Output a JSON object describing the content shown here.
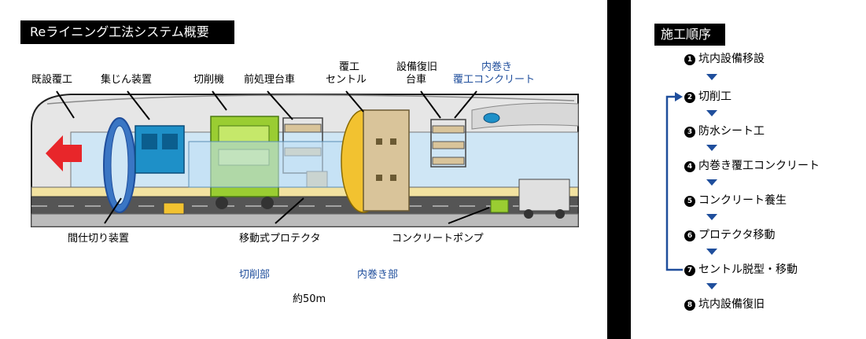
{
  "title": "Reライニング工法システム概要",
  "diagram_labels": {
    "existing_lining": "既設覆工",
    "dust_collector": "集じん装置",
    "cutter": "切削機",
    "pretreatment_cart": "前処理台車",
    "lining_centre_line1": "覆工",
    "lining_centre_line2": "セントル",
    "equipment_cart_line1": "設備復旧",
    "equipment_cart_line2": "台車",
    "inner_lining_line1": "内巻き",
    "inner_lining_line2": "覆工コンクリート",
    "partition_device": "間仕切り装置",
    "mobile_protector": "移動式プロテクタ",
    "concrete_pump": "コンクリートポンプ",
    "cutting_section": "切削部",
    "inner_lining_section": "内巻き部",
    "total_length": "約50m"
  },
  "sequence": {
    "title": "施工順序",
    "steps": [
      {
        "num": "1",
        "label": "坑内設備移設"
      },
      {
        "num": "2",
        "label": "切削工"
      },
      {
        "num": "3",
        "label": "防水シート工"
      },
      {
        "num": "4",
        "label": "内巻き覆工コンクリート"
      },
      {
        "num": "5",
        "label": "コンクリート養生"
      },
      {
        "num": "6",
        "label": "プロテクタ移動"
      },
      {
        "num": "7",
        "label": "セントル脱型・移動"
      },
      {
        "num": "8",
        "label": "坑内設備復旧"
      }
    ]
  },
  "colors": {
    "accent_blue": "#1f4e9c",
    "arrow_red": "#e8262a",
    "machine_green": "#9acd32",
    "machine_blue": "#1e90c8",
    "centre_tan": "#d9c49a"
  }
}
